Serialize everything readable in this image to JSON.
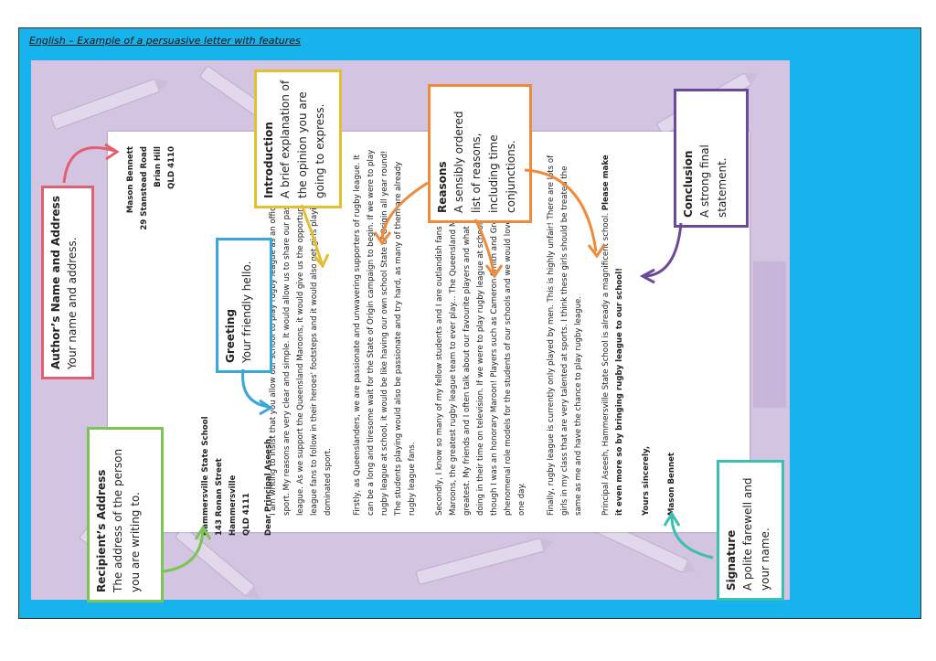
{
  "title": "English – Example of a persuasive letter with features",
  "letter": {
    "author_address": [
      "Mason Bennett",
      "29 Stanstead Road",
      "Brian Hill",
      "QLD 4110"
    ],
    "recipient_address": [
      "Hammersville State School",
      "143 Ronan Street",
      "Hammersville",
      "QLD 4111"
    ],
    "greeting": "Dear Principal Aseesh,",
    "intro": "I am writing to insist that you allow our school to play rugby league as an official school sport. My reasons are very clear and simple. It would allow us to share our passion for rugby league. As we support the Queensland Maroons, it would give us the opportunity for rugby league fans to follow in their heroes' footsteps and it would also get girls playing in a male-dominated sport.",
    "firstly": "Firstly, as Queenslanders, we are passionate and unwavering supporters of rugby league. It can be a long and tiresome wait for the State of Origin campaign to begin. If we were to play rugby league at school, it would be like having our own school State of Origin all year round! The students playing would also be passionate and try hard, as many of them are already rugby league fans.",
    "secondly": "Secondly, I know so many of my fellow students and I are outlandish fans of the Queensland Maroons, the greatest rugby league team to ever play... The Queensland Maroons are the greatest. My friends and I often talk about our favourite players and what they have been doing in their time on television. If we were to play rugby league at school, I would feel as though I was an honorary Maroon! Players such as Cameron Smith and Greg Inglis are phenomenal role models for the students of our schools and we would love to play like them one day.",
    "finally": "Finally, rugby league is currently only played by men. This is highly unfair! There are lots of girls in my class that are very talented at sports. I think these girls should be treated the same as me and have the chance to play rugby league.",
    "conclusion_1": "Principal Aseesh, Hammersville State School is already a magnificent school.",
    "conclusion_2": "Please make it even more so by bringing rugby league to our school!",
    "signoff": "Yours sincerely,",
    "signature": "Mason Bennet"
  },
  "annotations": {
    "author": {
      "heading": "Author’s Name and Address",
      "text": "Your name and address."
    },
    "recipient": {
      "heading": "Recipient’s Address",
      "text": "The address of the person you are writing to."
    },
    "greeting": {
      "heading": "Greeting",
      "text": "Your friendly hello."
    },
    "introduction": {
      "heading": "Introduction",
      "text": "A brief explanation of the opinion you are going to express."
    },
    "reasons": {
      "heading": "Reasons",
      "text": "A sensibly ordered list of reasons, including time conjunctions."
    },
    "conclusion": {
      "heading": "Conclusion",
      "text": "A strong final statement."
    },
    "signature": {
      "heading": "Signature",
      "text": "A polite farewell and your name."
    }
  },
  "colors": {
    "frame": "#16b3ec",
    "background": "#d3c4e2",
    "author": "#e06070",
    "recipient": "#7cc453",
    "greeting": "#3aa6dc",
    "introduction": "#e3c032",
    "reasons": "#ee8a3a",
    "conclusion": "#6b4a9a",
    "signature": "#3bbfb0"
  }
}
